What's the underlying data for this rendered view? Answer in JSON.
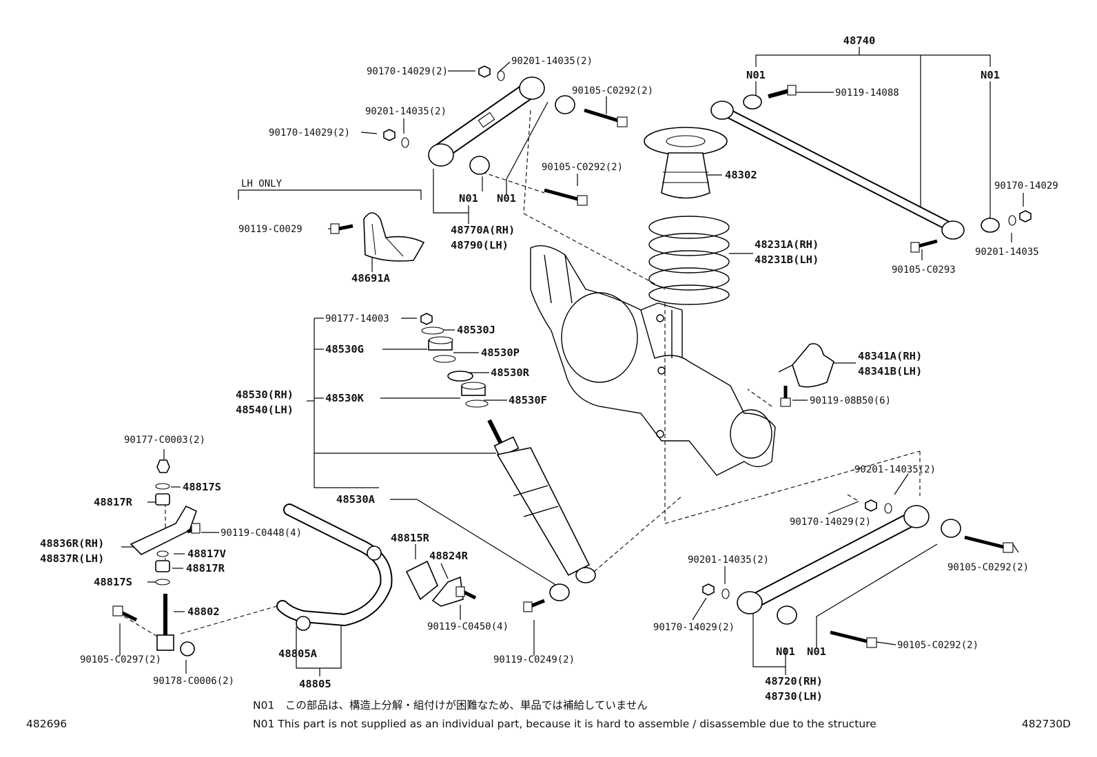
{
  "labels": {
    "p48740": "48740",
    "n01_a": "N01",
    "n01_b": "N01",
    "p90119_14088": "90119-14088",
    "p90170_14029_r": "90170-14029",
    "p90201_14035_r": "90201-14035",
    "p90105_C0293": "90105-C0293",
    "p90170_14029_2a": "90170-14029(2)",
    "p90201_14035_2a": "90201-14035(2)",
    "p90105_C0292_2a": "90105-C0292(2)",
    "p90201_14035_2b": "90201-14035(2)",
    "p90170_14029_2b": "90170-14029(2)",
    "p90105_C0292_2b": "90105-C0292(2)",
    "n01_c": "N01",
    "n01_d": "N01",
    "p48770A": "48770A(RH)",
    "p48790": "48790(LH)",
    "lh_only": "LH ONLY",
    "p90119_C0029": "90119-C0029",
    "p48691A": "48691A",
    "p48302": "48302",
    "p48231A": "48231A(RH)",
    "p48231B": "48231B(LH)",
    "p90177_14003": "90177-14003",
    "p48530J": "48530J",
    "p48530G": "48530G",
    "p48530P": "48530P",
    "p48530R": "48530R",
    "p48530RH": "48530(RH)",
    "p48540LH": "48540(LH)",
    "p48530K": "48530K",
    "p48530F": "48530F",
    "p48530A": "48530A",
    "p48341A": "48341A(RH)",
    "p48341B": "48341B(LH)",
    "p90119_08B50": "90119-08B50(6)",
    "p90177_C0003": "90177-C0003(2)",
    "p48817S_a": "48817S",
    "p48817R_a": "48817R",
    "p90119_C0448": "90119-C0448(4)",
    "p48836R": "48836R(RH)",
    "p48837R": "48837R(LH)",
    "p48817V": "48817V",
    "p48817R_b": "48817R",
    "p48817S_b": "48817S",
    "p48802": "48802",
    "p90105_C0297": "90105-C0297(2)",
    "p90178_C0006": "90178-C0006(2)",
    "p48805A": "48805A",
    "p48805": "48805",
    "p48815R": "48815R",
    "p48824R": "48824R",
    "p90119_C0450": "90119-C0450(4)",
    "p90119_C0249": "90119-C0249(2)",
    "p90201_14035_2c": "90201-14035(2)",
    "p90170_14029_2c": "90170-14029(2)",
    "p90105_C0292_2c": "90105-C0292(2)",
    "p90201_14035_2d": "90201-14035(2)",
    "p90170_14029_2d": "90170-14029(2)",
    "p90105_C0292_2d": "90105-C0292(2)",
    "n01_e": "N01",
    "n01_f": "N01",
    "p48720": "48720(RH)",
    "p48730": "48730(LH)"
  },
  "notes": {
    "jp": "N01　この部品は、構造上分解・組付けが困難なため、単品では補給していません",
    "en": "N01  This part is not supplied as an individual part, because it is hard to assemble / disassemble due to the structure"
  },
  "codes": {
    "left": "482696",
    "right": "482730D"
  }
}
